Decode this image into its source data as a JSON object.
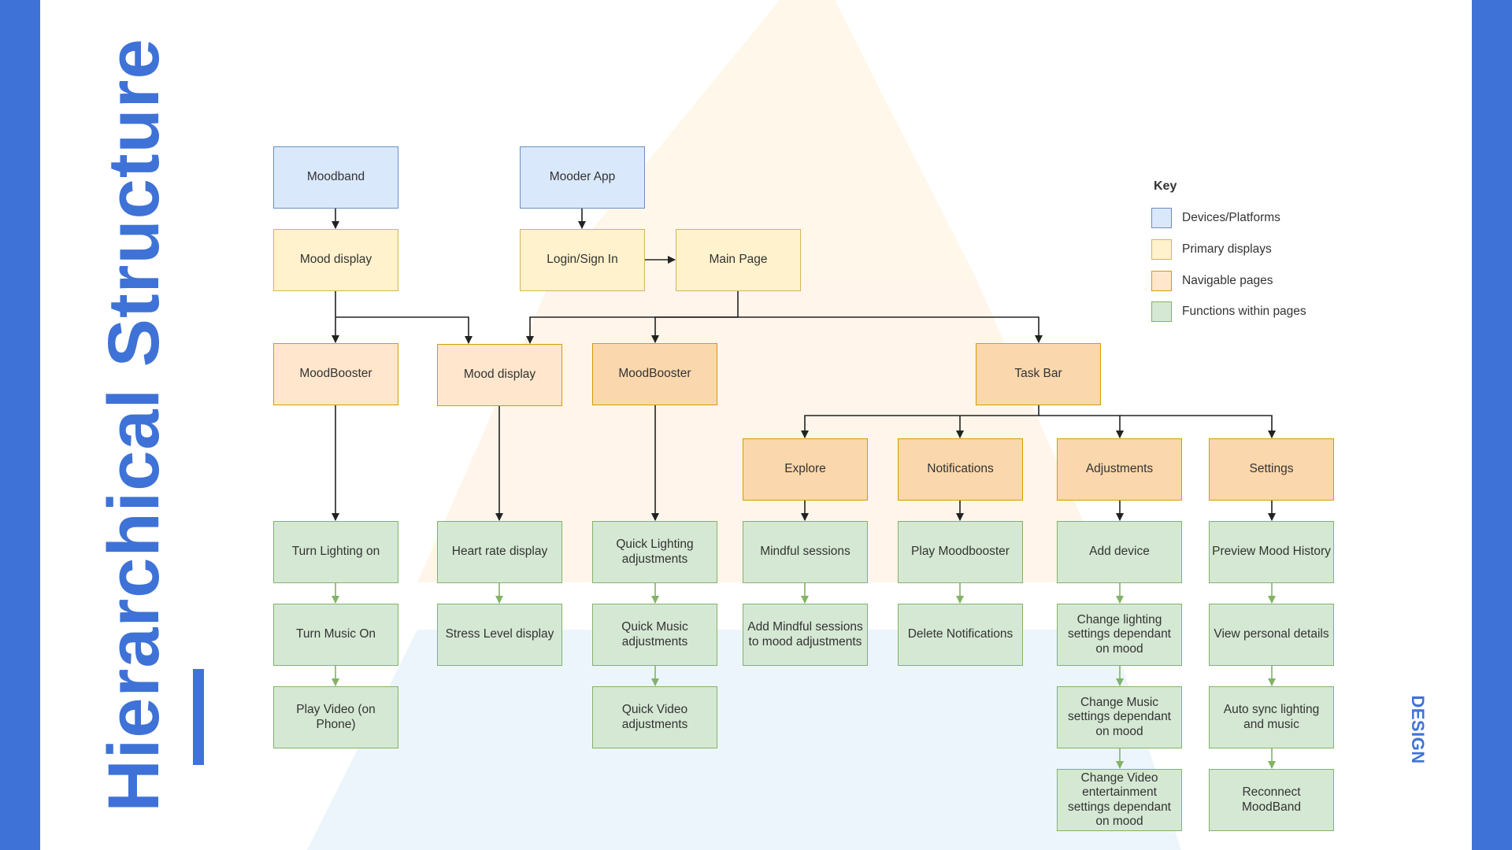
{
  "slide": {
    "title": "Hierarchical Structure",
    "section_tag": "DESIGN"
  },
  "colors": {
    "accent": "#3f72d6",
    "device_fill": "#dae8fc",
    "primary_fill": "#fff2cc",
    "navigable_fill": "#ffe6cc",
    "function_fill": "#d5e8d4"
  },
  "key": {
    "title": "Key",
    "items": [
      {
        "label": "Devices/Platforms",
        "kind": "device"
      },
      {
        "label": "Primary displays",
        "kind": "primary"
      },
      {
        "label": "Navigable pages",
        "kind": "nav"
      },
      {
        "label": "Functions within pages",
        "kind": "func"
      }
    ]
  },
  "nodes": {
    "moodband": "Moodband",
    "mooder_app": "Mooder App",
    "mood_display_band": "Mood display",
    "login": "Login/Sign In",
    "main_page": "Main Page",
    "moodbooster_band": "MoodBooster",
    "mood_display_app": "Mood display",
    "moodbooster_app": "MoodBooster",
    "task_bar": "Task Bar",
    "explore": "Explore",
    "notifications": "Notifications",
    "adjustments": "Adjustments",
    "settings": "Settings",
    "turn_lighting_on": "Turn Lighting on",
    "turn_music_on": "Turn Music On",
    "play_video": "Play Video (on Phone)",
    "heart_rate": "Heart rate display",
    "stress_level": "Stress Level display",
    "quick_lighting": "Quick Lighting adjustments",
    "quick_music": "Quick Music adjustments",
    "quick_video": "Quick Video adjustments",
    "mindful_sessions": "Mindful sessions",
    "add_mindful": "Add Mindful sessions to mood adjustments",
    "play_moodbooster": "Play Moodbooster",
    "delete_notifications": "Delete Notifications",
    "add_device": "Add device",
    "change_lighting": "Change lighting settings dependant on mood",
    "change_music": "Change Music settings dependant on mood",
    "change_video": "Change Video entertainment settings dependant on mood",
    "preview_history": "Preview Mood History",
    "view_details": "View personal details",
    "auto_sync": "Auto sync lighting and music",
    "reconnect": "Reconnect MoodBand"
  },
  "edges": [
    [
      "moodband",
      "mood_display_band"
    ],
    [
      "mooder_app",
      "login"
    ],
    [
      "login",
      "main_page"
    ],
    [
      "mood_display_band",
      "moodbooster_band"
    ],
    [
      "mood_display_band",
      "mood_display_app"
    ],
    [
      "main_page",
      "mood_display_app"
    ],
    [
      "main_page",
      "moodbooster_app"
    ],
    [
      "main_page",
      "task_bar"
    ],
    [
      "task_bar",
      "explore"
    ],
    [
      "task_bar",
      "notifications"
    ],
    [
      "task_bar",
      "adjustments"
    ],
    [
      "task_bar",
      "settings"
    ],
    [
      "moodbooster_band",
      "turn_lighting_on"
    ],
    [
      "mood_display_app",
      "heart_rate"
    ],
    [
      "moodbooster_app",
      "quick_lighting"
    ],
    [
      "explore",
      "mindful_sessions"
    ],
    [
      "notifications",
      "play_moodbooster"
    ],
    [
      "adjustments",
      "add_device"
    ],
    [
      "settings",
      "preview_history"
    ],
    [
      "turn_lighting_on",
      "turn_music_on"
    ],
    [
      "turn_music_on",
      "play_video"
    ],
    [
      "heart_rate",
      "stress_level"
    ],
    [
      "quick_lighting",
      "quick_music"
    ],
    [
      "quick_music",
      "quick_video"
    ],
    [
      "mindful_sessions",
      "add_mindful"
    ],
    [
      "play_moodbooster",
      "delete_notifications"
    ],
    [
      "add_device",
      "change_lighting"
    ],
    [
      "change_lighting",
      "change_music"
    ],
    [
      "change_music",
      "change_video"
    ],
    [
      "preview_history",
      "view_details"
    ],
    [
      "view_details",
      "auto_sync"
    ],
    [
      "auto_sync",
      "reconnect"
    ]
  ]
}
